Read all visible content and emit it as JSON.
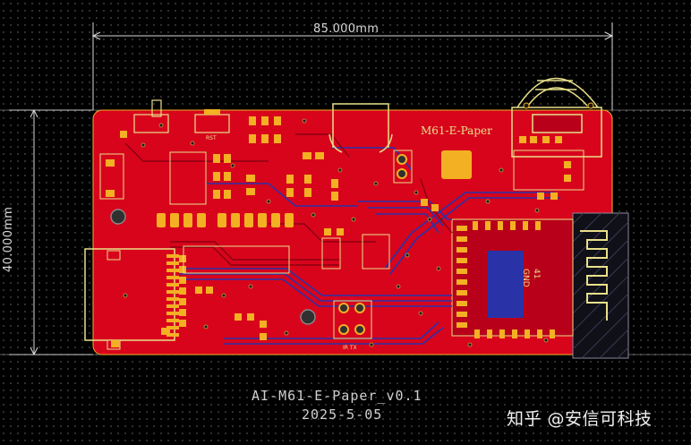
{
  "dimensions": {
    "width_label": "85.000mm",
    "height_label": "40.000mm"
  },
  "board": {
    "silkscreen_name": "M61-E-Paper",
    "rst_label": "RST",
    "irtx_label": "IR TX",
    "module_text": [
      "GND",
      "41"
    ]
  },
  "title_block": {
    "line1": "AI-M61-E-Paper_v0.1",
    "line2": "2025-5-05"
  },
  "watermark": "知乎 @安信可科技",
  "colors": {
    "background": "#000000",
    "copper_top": "#d8041c",
    "copper_top_dark": "#b8001a",
    "trace_bottom": "#2a32a8",
    "pad": "#f4b023",
    "silkscreen": "#e8e08a",
    "dimension_lines": "#d8d8d8",
    "antenna_keepout": "#6a6a86"
  }
}
